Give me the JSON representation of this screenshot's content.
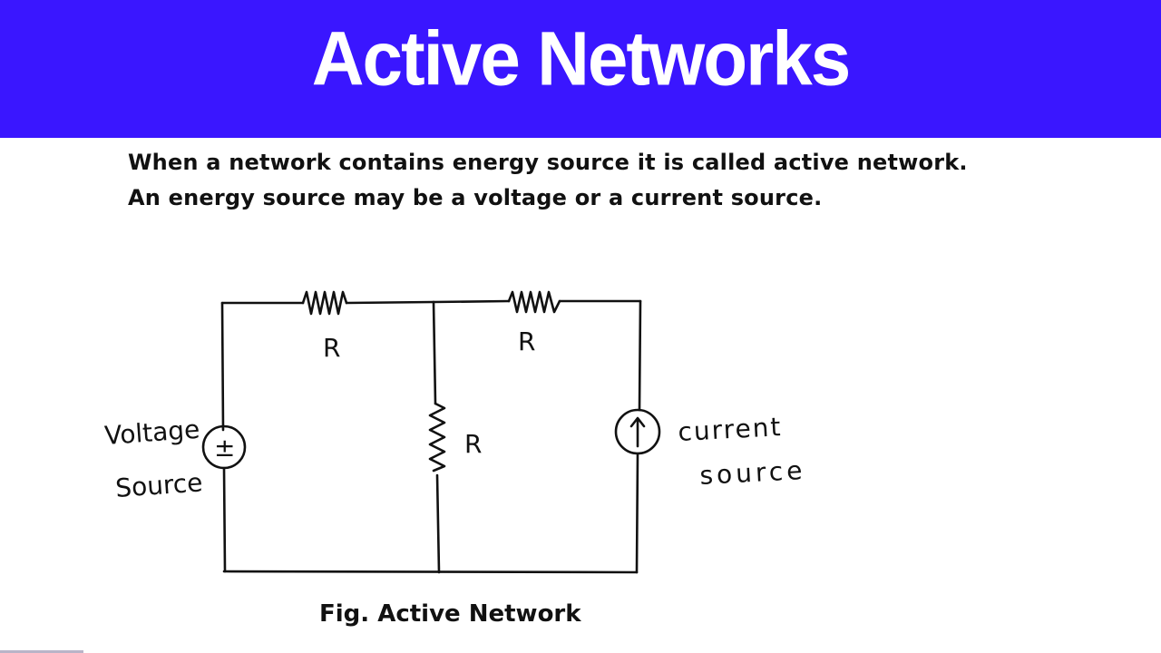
{
  "header": {
    "title": "Active Networks",
    "background_color": "#3a16ff",
    "text_color": "#ffffff"
  },
  "description": {
    "lines": [
      "When a network contains energy source it is called active network.",
      "An energy source may be a voltage or a current source."
    ]
  },
  "diagram": {
    "type": "circuit",
    "components": {
      "resistor_top_left": {
        "label": "R"
      },
      "resistor_top_right": {
        "label": "R"
      },
      "resistor_middle": {
        "label": "R"
      },
      "voltage_source": {
        "symbol": "±",
        "label_line1": "Voltage",
        "label_line2": "Source"
      },
      "current_source": {
        "symbol": "↑",
        "label_line1": "current",
        "label_line2": "source"
      }
    },
    "caption": "Fig. Active Network"
  }
}
